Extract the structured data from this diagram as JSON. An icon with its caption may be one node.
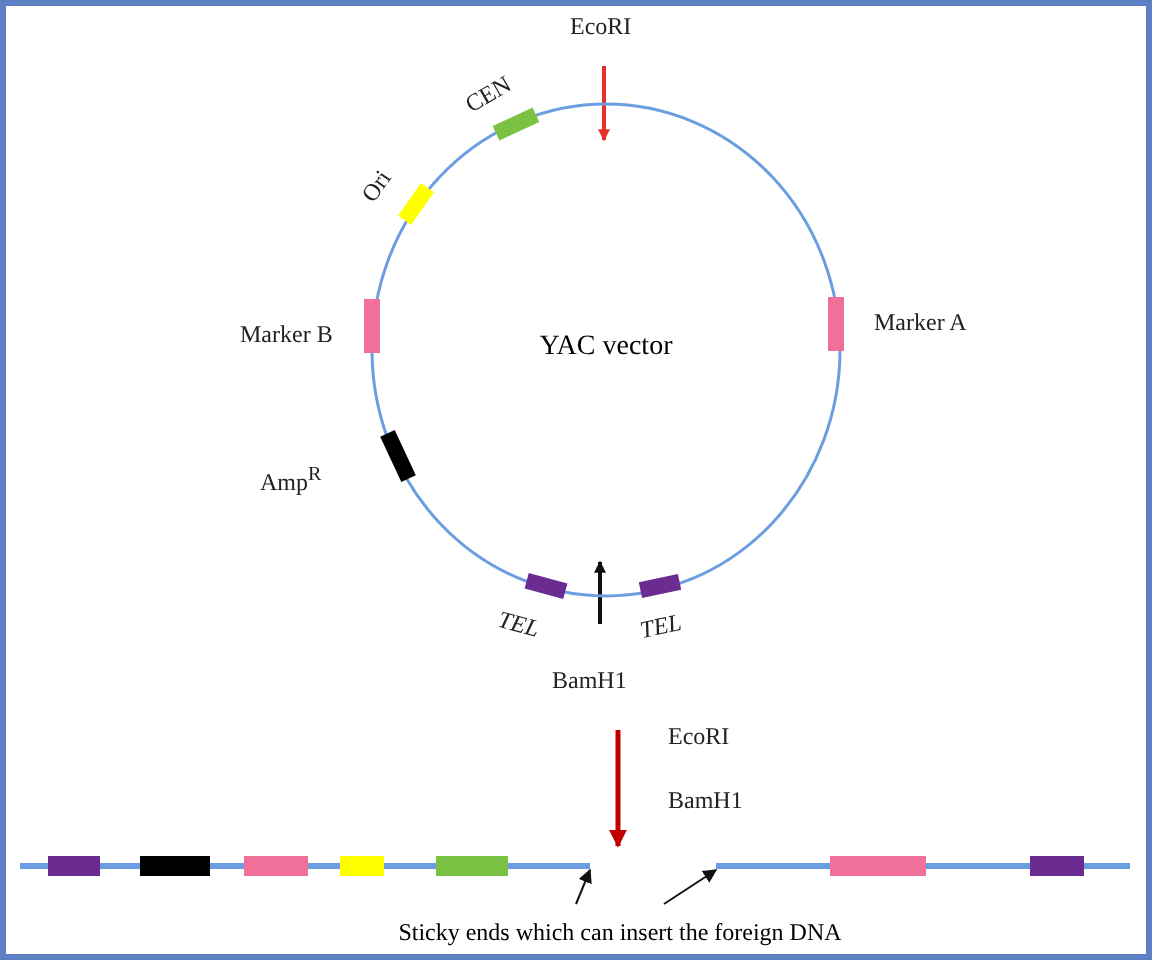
{
  "diagram": {
    "nodes": [
      {
        "text": [
          "YAC vector"
        ]
      },
      {
        "text": [],
        "shape": "bar"
      },
      {
        "text": [],
        "shape": "bar"
      },
      {
        "text": [
          "Sticky ends which can insert the foreign DNA"
        ]
      }
    ],
    "edges": [
      {
        "from": 3,
        "to": 1,
        "arrow": "to"
      },
      {
        "from": 3,
        "to": 2,
        "arrow": "to"
      }
    ],
    "labels": [
      "EcoRI",
      "CEN",
      "Ori",
      "Marker B",
      "Marker A",
      "Amp$^{R}$",
      "TEL",
      "TEL",
      "BamH1",
      "EcoRI",
      "BamH1"
    ]
  }
}
